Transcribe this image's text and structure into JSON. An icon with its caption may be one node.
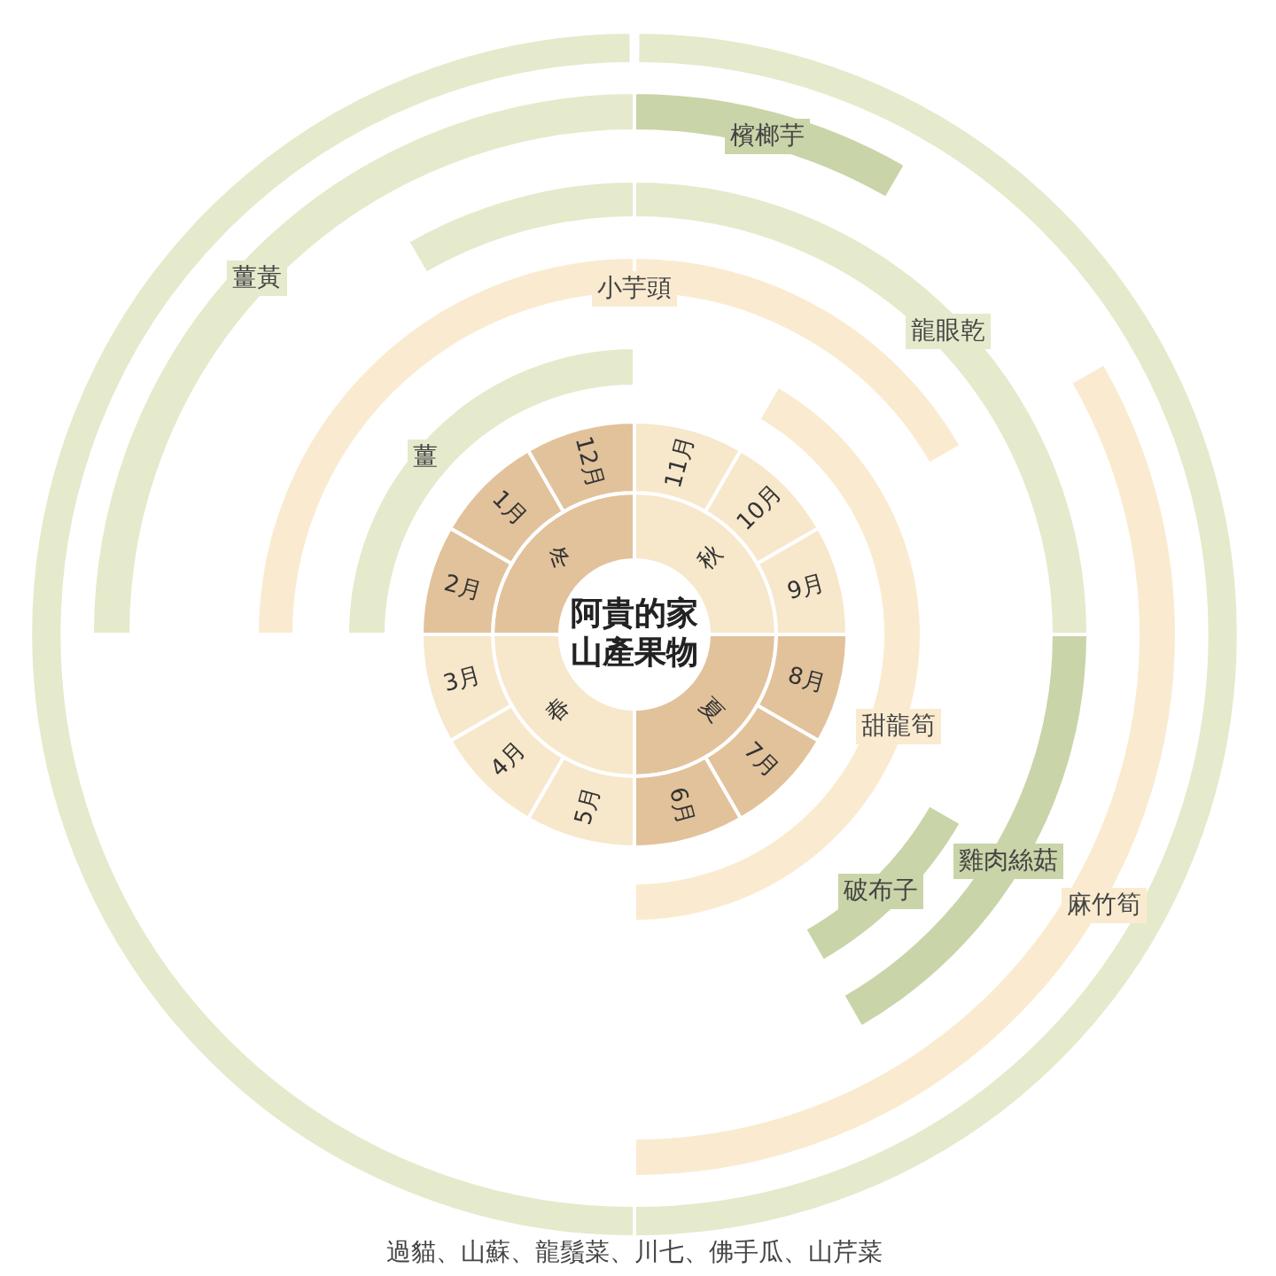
{
  "diagram": {
    "nodes": [
      {
        "text": [
          "阿貴的家山產果物"
        ]
      },
      {
        "text": [
          "冬"
        ]
      },
      {
        "text": [
          "秋"
        ]
      },
      {
        "text": [
          "春"
        ]
      },
      {
        "text": [
          "夏"
        ]
      },
      {
        "text": [
          "11月"
        ]
      },
      {
        "text": [
          "10月"
        ]
      },
      {
        "text": [
          "9月"
        ]
      },
      {
        "text": [
          "8月"
        ]
      },
      {
        "text": [
          "7月"
        ]
      },
      {
        "text": [
          "6月"
        ]
      },
      {
        "text": [
          "5月"
        ]
      },
      {
        "text": [
          "4月"
        ]
      },
      {
        "text": [
          "3月"
        ]
      },
      {
        "text": [
          "2月"
        ]
      },
      {
        "text": [
          "1月"
        ]
      },
      {
        "text": [
          "12月"
        ]
      },
      {
        "text": [
          "檳榔芋"
        ]
      },
      {
        "text": [
          "薑黃"
        ]
      },
      {
        "text": [
          "小芋頭"
        ]
      },
      {
        "text": [
          "龍眼乾"
        ]
      },
      {
        "text": [
          "薑"
        ]
      },
      {
        "text": [
          "甜龍筍"
        ]
      },
      {
        "text": [
          "雞肉絲菇"
        ]
      },
      {
        "text": [
          "破布子"
        ]
      },
      {
        "text": [
          "麻竹筍"
        ]
      },
      {
        "text": [
          "過貓、山蘇、龍鬚菜、川七、佛手瓜、山芹菜"
        ]
      }
    ]
  }
}
